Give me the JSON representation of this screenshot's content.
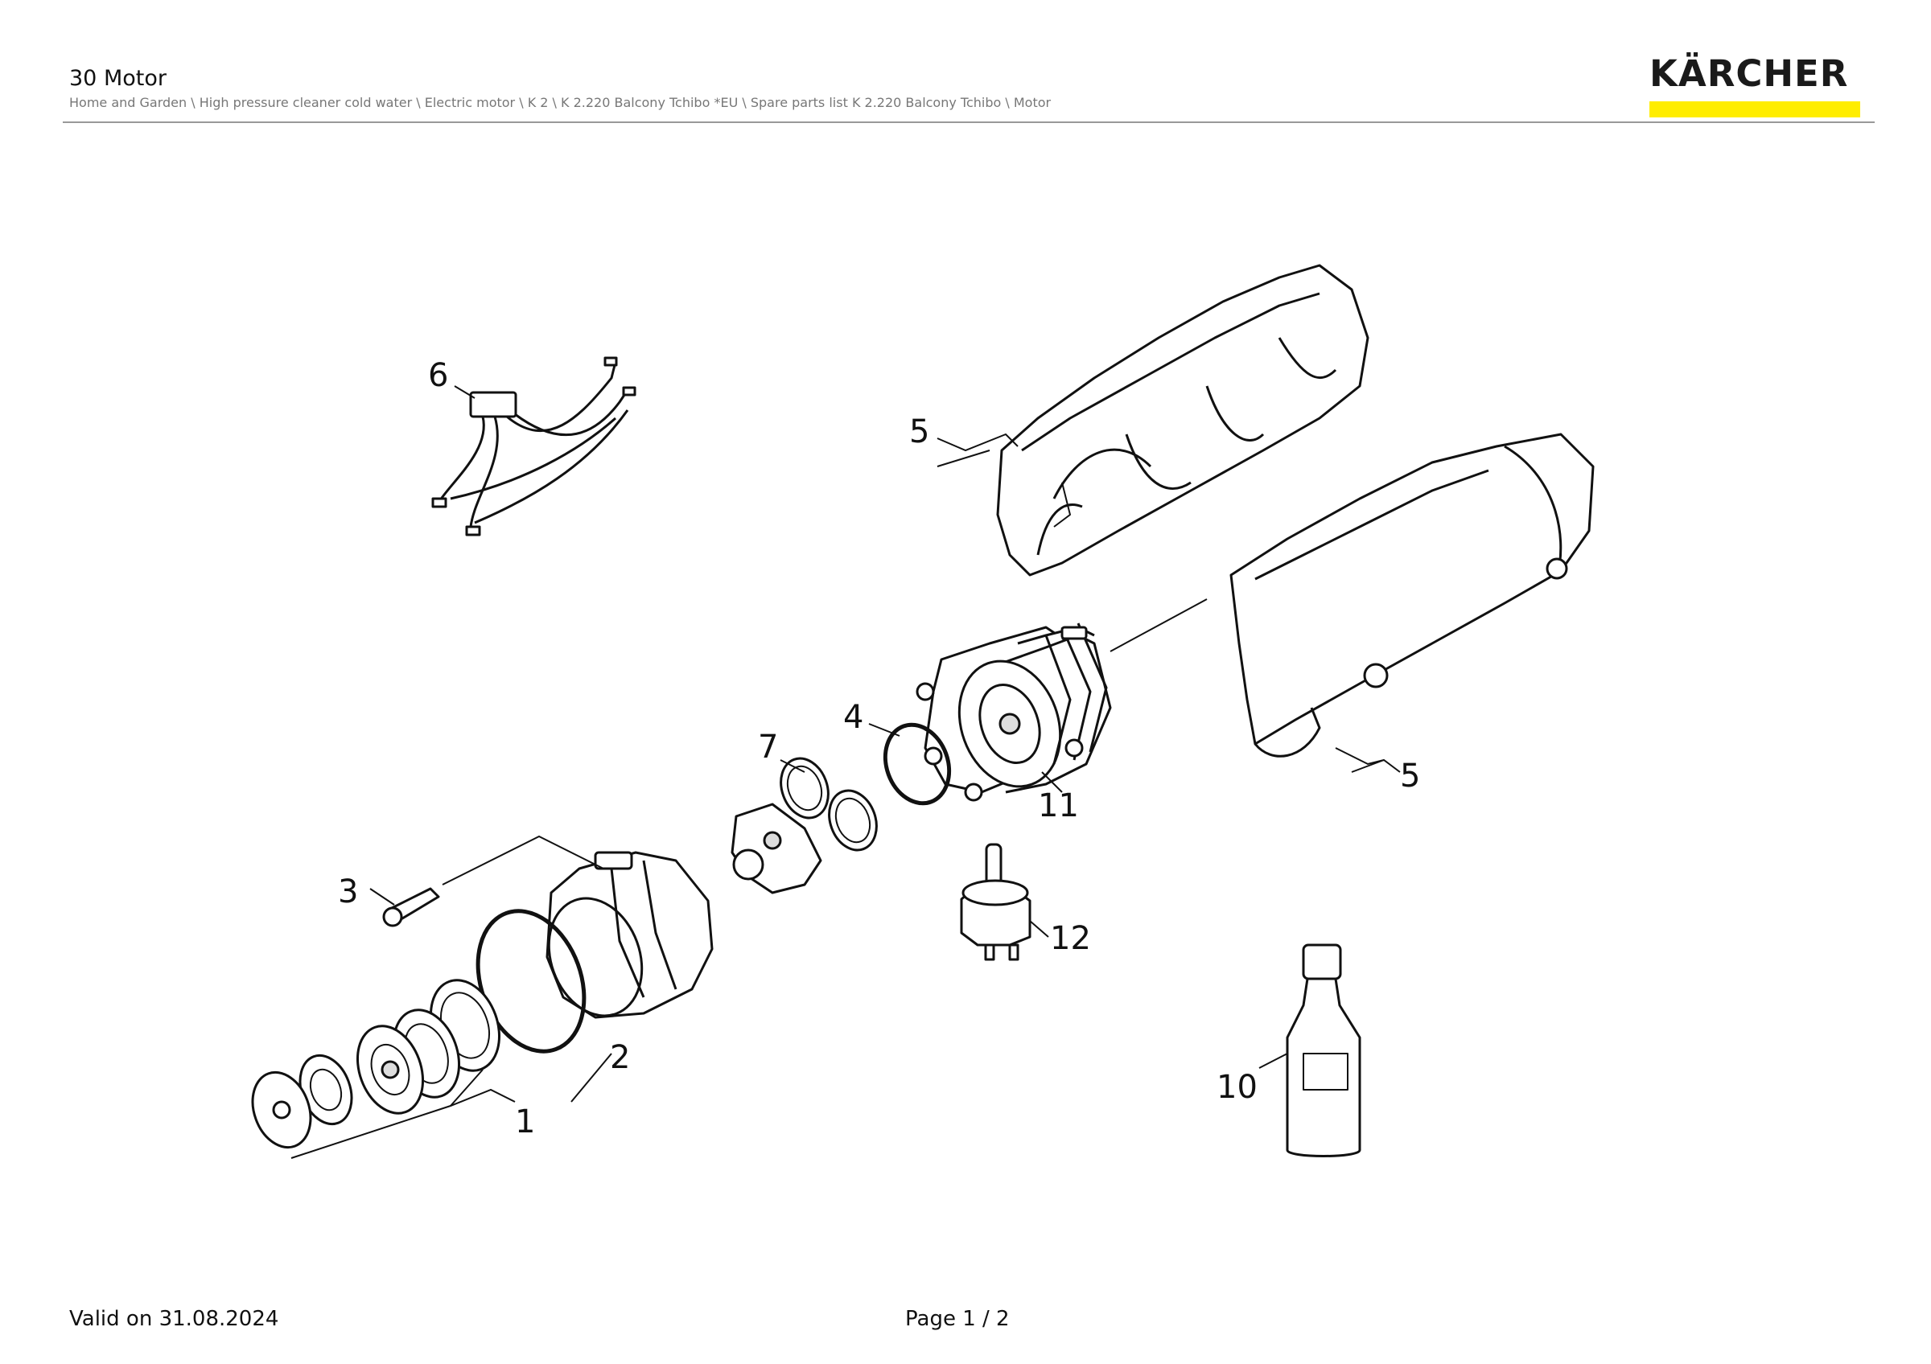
{
  "header": {
    "title": "30 Motor",
    "breadcrumb": "Home and Garden \\ High pressure cleaner cold water \\ Electric motor \\ K 2 \\ K 2.220 Balcony Tchibo *EU \\ Spare parts list K 2.220 Balcony Tchibo \\ Motor"
  },
  "logo": {
    "text": "KÄRCHER",
    "bar_color": "#ffed00"
  },
  "callouts": [
    {
      "id": "1",
      "label": "1"
    },
    {
      "id": "2",
      "label": "2"
    },
    {
      "id": "3",
      "label": "3"
    },
    {
      "id": "4",
      "label": "4"
    },
    {
      "id": "5a",
      "label": "5"
    },
    {
      "id": "5b",
      "label": "5"
    },
    {
      "id": "6",
      "label": "6"
    },
    {
      "id": "7",
      "label": "7"
    },
    {
      "id": "10",
      "label": "10"
    },
    {
      "id": "11",
      "label": "11"
    },
    {
      "id": "12",
      "label": "12"
    }
  ],
  "footer": {
    "valid": "Valid on 31.08.2024",
    "page": "Page 1 / 2"
  }
}
